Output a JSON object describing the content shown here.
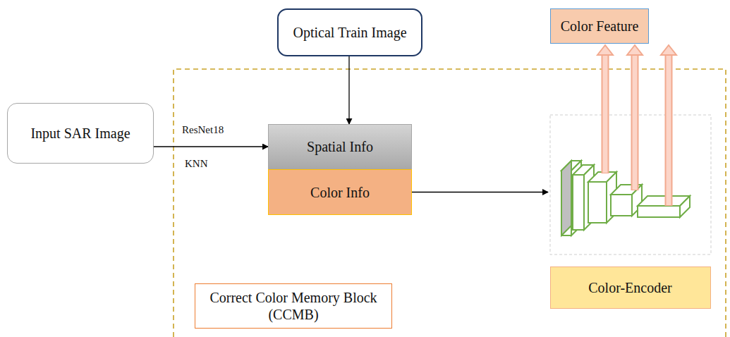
{
  "diagram": {
    "nodes": [
      {
        "text": [
          "Optical Train Image"
        ]
      },
      {
        "text": [
          "Input SAR Image"
        ]
      },
      {
        "text": [
          "Spatial Info"
        ]
      },
      {
        "text": [
          "Color Info"
        ]
      },
      {
        "text": [
          "Color Feature"
        ]
      },
      {
        "text": [
          "Color-Encoder"
        ]
      },
      {
        "text": [
          "Correct Color Memory Block (CCMB)"
        ]
      }
    ],
    "edges": [
      {
        "from": 0,
        "to": 2,
        "arrow": "to"
      },
      {
        "from": 1,
        "to": 2,
        "arrow": "to"
      },
      {
        "from": 3,
        "to": 5,
        "arrow": "to"
      },
      {
        "from": 5,
        "to": 4,
        "arrow": "to"
      },
      {
        "from": 5,
        "to": 4,
        "arrow": "to"
      },
      {
        "from": 5,
        "to": 4,
        "arrow": "to"
      }
    ],
    "labels": [
      "ResNet18",
      "KNN"
    ]
  }
}
